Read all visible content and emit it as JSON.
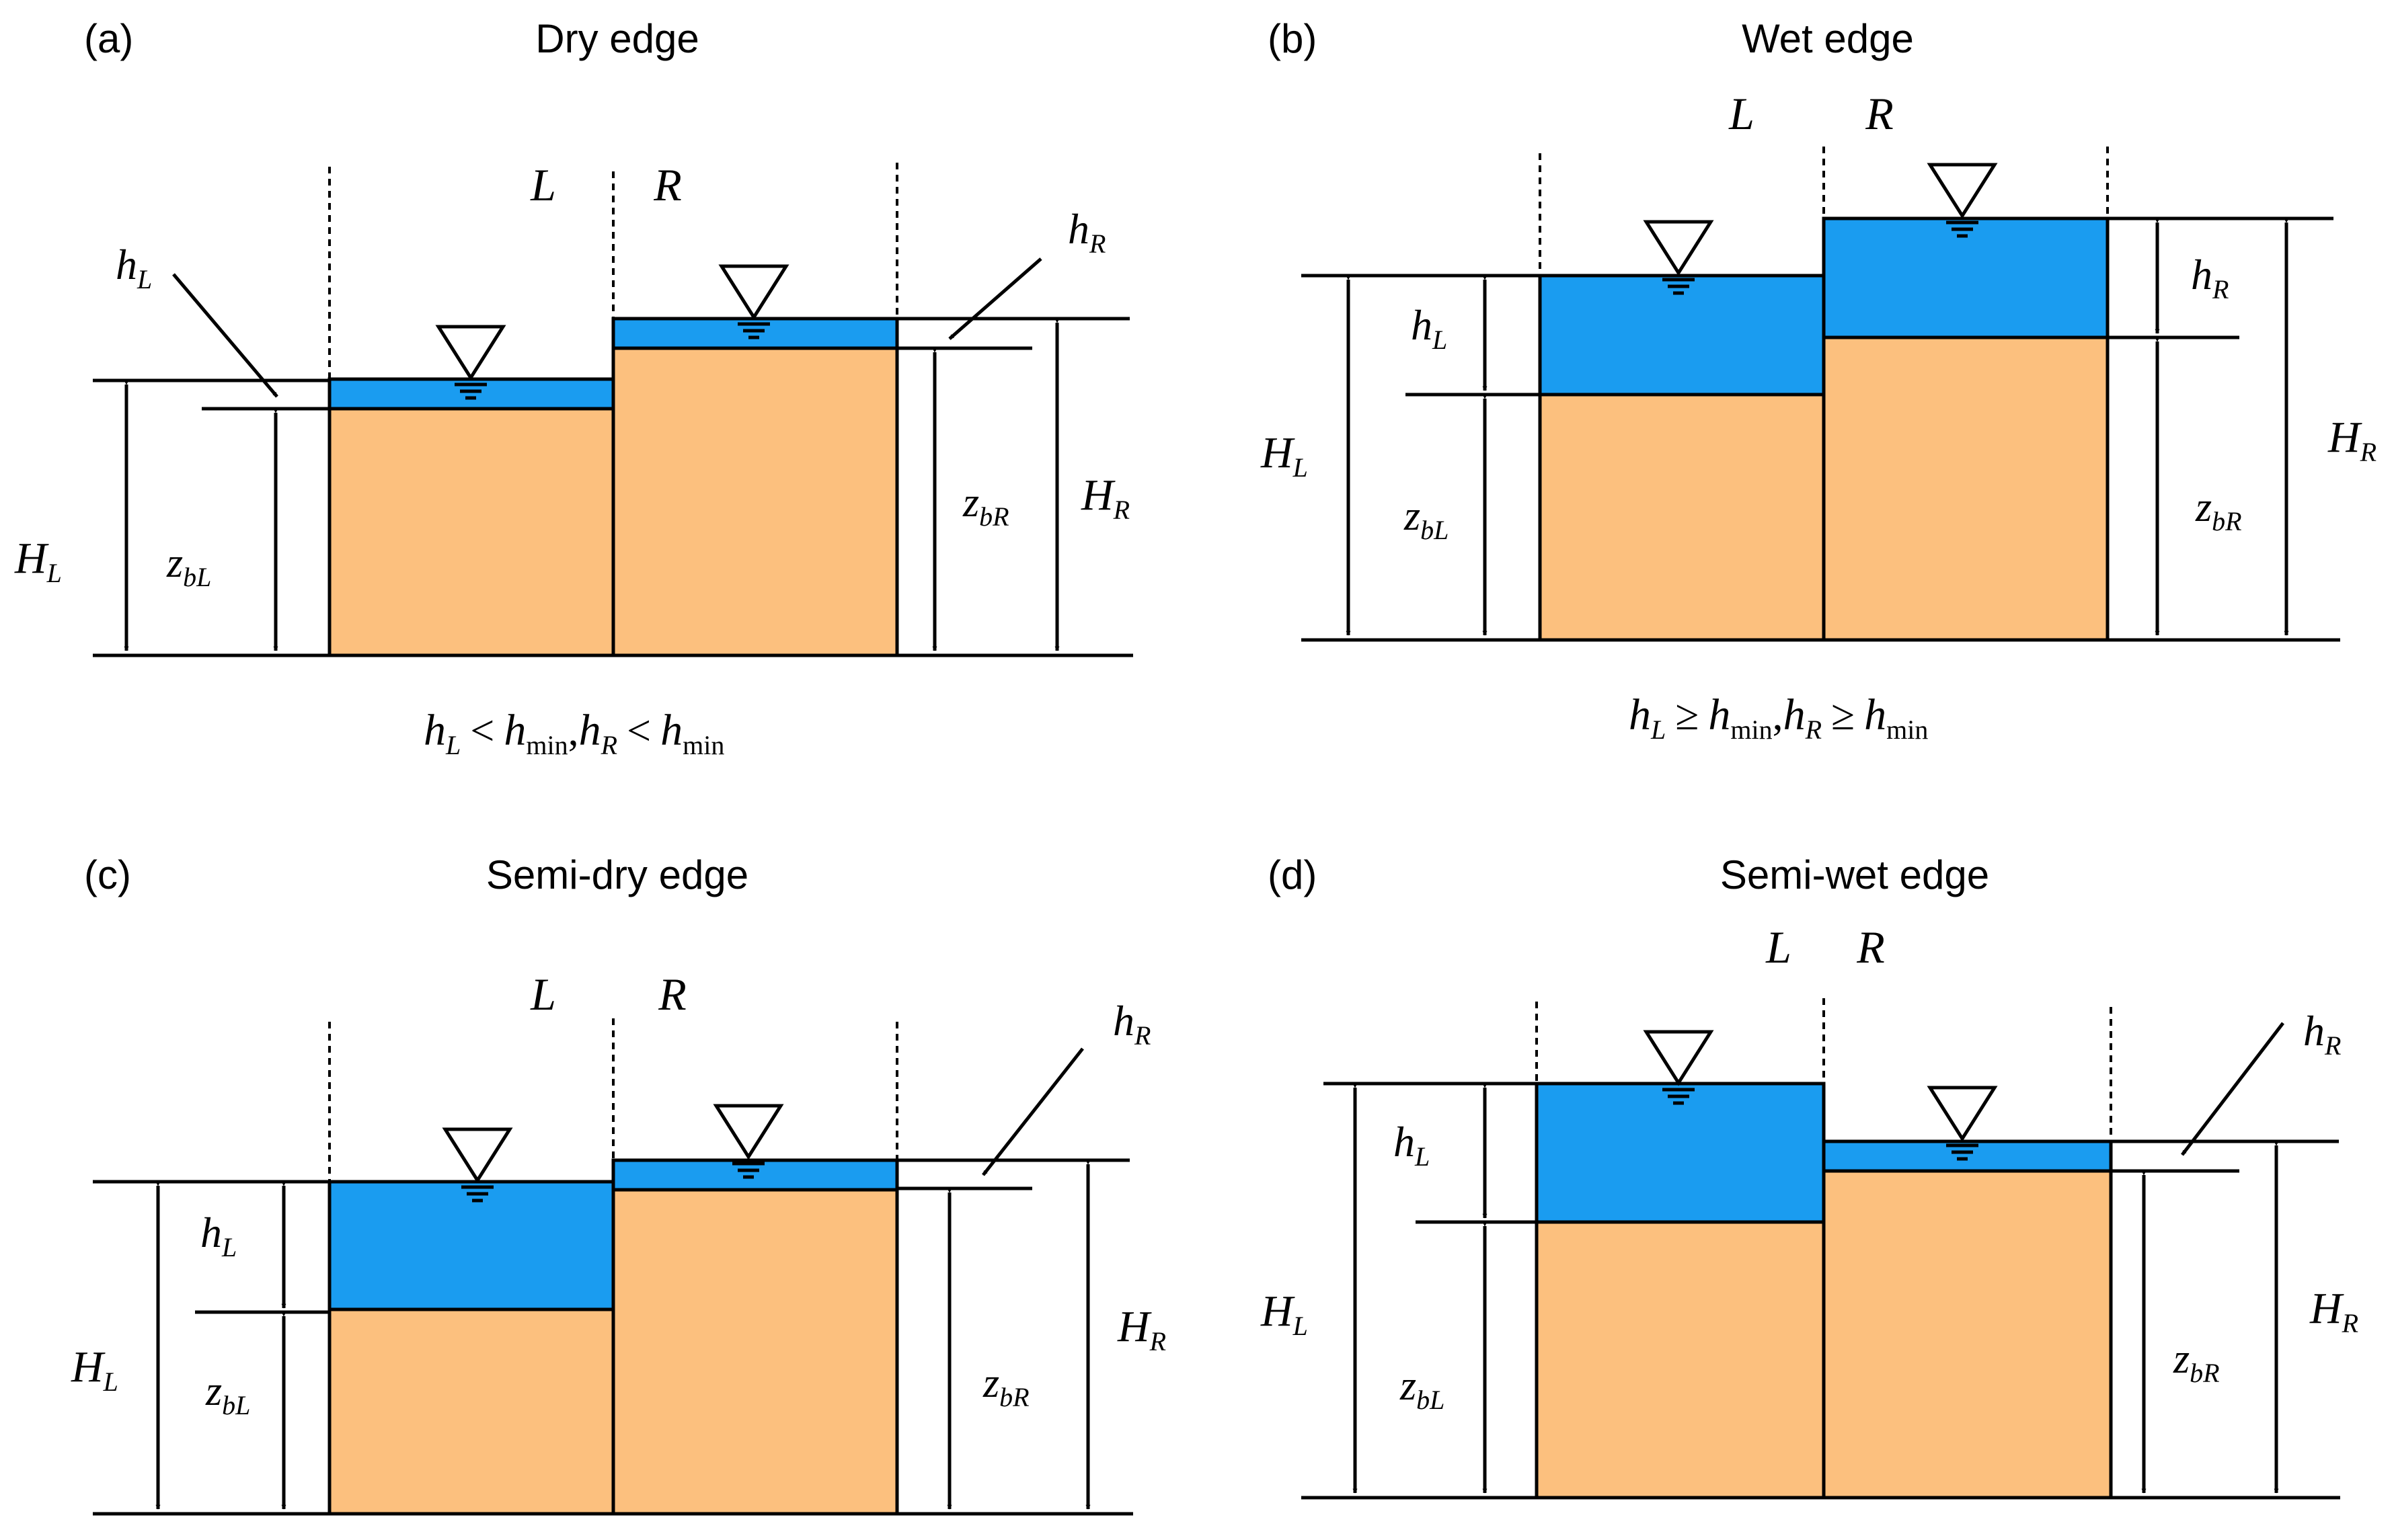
{
  "colors": {
    "water": "#1a9cf0",
    "soil": "#fcc07e",
    "line": "#000000"
  },
  "icons": {
    "water_level": "inverted-triangle-water-level-icon"
  },
  "panels": [
    {
      "tag": "(a)",
      "title": "Dry edge",
      "cell_left": "L",
      "cell_right": "R",
      "labels": {
        "hL": {
          "main": "h",
          "sub": "L"
        },
        "hR": {
          "main": "h",
          "sub": "R"
        },
        "HL": {
          "main": "H",
          "sub": "L"
        },
        "HR": {
          "main": "H",
          "sub": "R"
        },
        "zbL": {
          "main": "z",
          "sub": "bL"
        },
        "zbR": {
          "main": "z",
          "sub": "bR"
        }
      },
      "condition": {
        "a": "h",
        "a_sub": "L",
        "op1": "<",
        "b": "h",
        "b_sub": "min",
        "sep": ",",
        "c": "h",
        "c_sub": "R",
        "op2": "<",
        "d": "h",
        "d_sub": "min"
      }
    },
    {
      "tag": "(b)",
      "title": "Wet edge",
      "cell_left": "L",
      "cell_right": "R",
      "labels": {
        "hL": {
          "main": "h",
          "sub": "L"
        },
        "hR": {
          "main": "h",
          "sub": "R"
        },
        "HL": {
          "main": "H",
          "sub": "L"
        },
        "HR": {
          "main": "H",
          "sub": "R"
        },
        "zbL": {
          "main": "z",
          "sub": "bL"
        },
        "zbR": {
          "main": "z",
          "sub": "bR"
        }
      },
      "condition": {
        "a": "h",
        "a_sub": "L",
        "op1": "≥",
        "b": "h",
        "b_sub": "min",
        "sep": ",",
        "c": "h",
        "c_sub": "R",
        "op2": "≥",
        "d": "h",
        "d_sub": "min"
      }
    },
    {
      "tag": "(c)",
      "title": "Semi-dry edge",
      "cell_left": "L",
      "cell_right": "R",
      "labels": {
        "hL": {
          "main": "h",
          "sub": "L"
        },
        "hR": {
          "main": "h",
          "sub": "R"
        },
        "HL": {
          "main": "H",
          "sub": "L"
        },
        "HR": {
          "main": "H",
          "sub": "R"
        },
        "zbL": {
          "main": "z",
          "sub": "bL"
        },
        "zbR": {
          "main": "z",
          "sub": "bR"
        }
      }
    },
    {
      "tag": "(d)",
      "title": "Semi-wet edge",
      "cell_left": "L",
      "cell_right": "R",
      "labels": {
        "hL": {
          "main": "h",
          "sub": "L"
        },
        "hR": {
          "main": "h",
          "sub": "R"
        },
        "HL": {
          "main": "H",
          "sub": "L"
        },
        "HR": {
          "main": "H",
          "sub": "R"
        },
        "zbL": {
          "main": "z",
          "sub": "bL"
        },
        "zbR": {
          "main": "z",
          "sub": "bR"
        }
      }
    }
  ]
}
